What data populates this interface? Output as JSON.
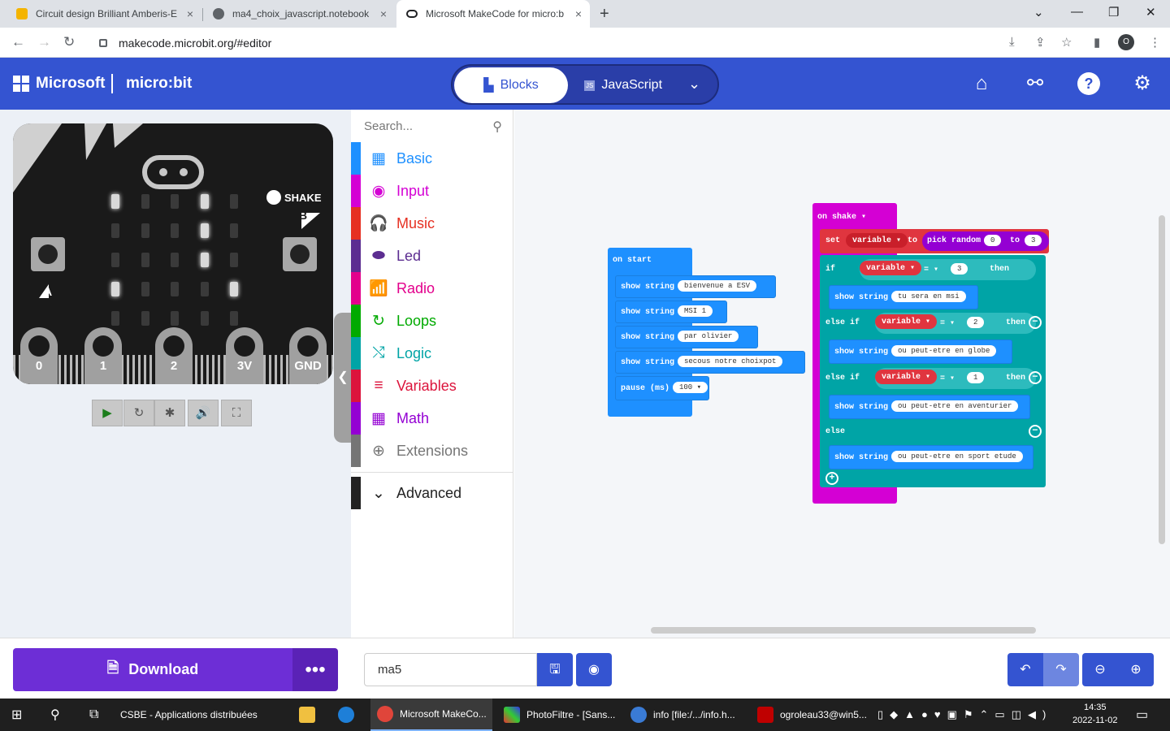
{
  "browser": {
    "tabs": [
      {
        "title": "Circuit design Brilliant Amberis-E",
        "close": "×"
      },
      {
        "title": "ma4_choix_javascript.notebook",
        "close": "×"
      },
      {
        "title": "Microsoft MakeCode for micro:b",
        "close": "×"
      }
    ],
    "new_tab": "+",
    "url": "makecode.microbit.org/#editor",
    "profile_initial": "O"
  },
  "header": {
    "brand": "Microsoft",
    "product": "micro:bit",
    "blocks_label": "Blocks",
    "js_label": "JavaScript"
  },
  "simulator": {
    "pins": [
      "0",
      "1",
      "2",
      "3V",
      "GND"
    ],
    "shake_label": "SHAKE",
    "button_a": "A",
    "button_b": "B",
    "leds_on": [
      [
        0,
        0
      ],
      [
        0,
        3
      ],
      [
        1,
        3
      ],
      [
        2,
        3
      ],
      [
        3,
        0
      ],
      [
        3,
        4
      ]
    ]
  },
  "toolbox": {
    "search_placeholder": "Search...",
    "categories": [
      {
        "label": "Basic",
        "color": "#1e90ff",
        "icon": "▦"
      },
      {
        "label": "Input",
        "color": "#d400d4",
        "icon": "◉"
      },
      {
        "label": "Music",
        "color": "#e63022",
        "icon": "🎧"
      },
      {
        "label": "Led",
        "color": "#5c2d91",
        "icon": "⬬"
      },
      {
        "label": "Radio",
        "color": "#e3008c",
        "icon": "📶"
      },
      {
        "label": "Loops",
        "color": "#00aa00",
        "icon": "↻"
      },
      {
        "label": "Logic",
        "color": "#00a4a6",
        "icon": "⤭"
      },
      {
        "label": "Variables",
        "color": "#dc143c",
        "icon": "≡"
      },
      {
        "label": "Math",
        "color": "#9400d3",
        "icon": "▦"
      },
      {
        "label": "Extensions",
        "color": "#757575",
        "icon": "⊕"
      }
    ],
    "advanced": "Advanced"
  },
  "blocks": {
    "on_start": "on start",
    "show_string": "show string",
    "start_strings": [
      "bienvenue a ESV",
      "MSI 1",
      "par olivier",
      "secous notre choixpot"
    ],
    "pause": "pause (ms)",
    "pause_value": "100",
    "on_shake": "on shake",
    "shake_dropdown": "shake",
    "set": "set",
    "variable": "variable",
    "to": "to",
    "pick_random": "pick random",
    "random_from": "0",
    "random_to": "3",
    "if": "if",
    "else_if": "else if",
    "else": "else",
    "then": "then",
    "eq": "=",
    "cond_values": [
      "3",
      "2",
      "1"
    ],
    "shake_strings": [
      "tu sera en msi",
      "ou peut-etre en globe",
      "ou peut-etre en aventurier",
      "ou peut-etre en sport etude"
    ]
  },
  "bottom": {
    "download": "Download",
    "project_name": "ma5"
  },
  "taskbar": {
    "items": [
      "CSBE - Applications distribuées",
      "Microsoft MakeCo...",
      "PhotoFiltre - [Sans...",
      "info [file:/.../info.h...",
      "ogroleau33@win5..."
    ],
    "time": "14:35",
    "date": "2022-11-02"
  }
}
